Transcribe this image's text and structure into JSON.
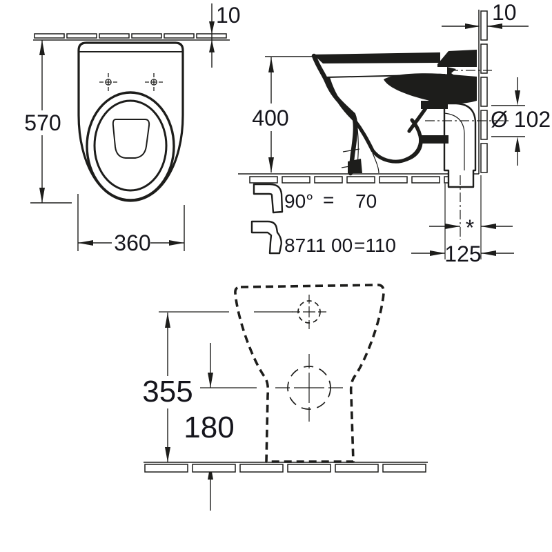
{
  "colors": {
    "line": "#1d1d1b",
    "text": "#15151c",
    "background": "#ffffff"
  },
  "top_view": {
    "tile_thickness": "10",
    "depth": "570",
    "width": "360"
  },
  "side_view": {
    "height": "400",
    "wall_tile_thickness": "10",
    "outlet_diameter": "Ø 102",
    "variable_mark": "*",
    "outlet_offset": "125",
    "legend_rows": [
      {
        "label": "90°",
        "equals": "=",
        "value": "70"
      },
      {
        "label": "8711 00",
        "value": "=110"
      }
    ]
  },
  "rear_view": {
    "fixing_height": "355",
    "outlet_height": "180"
  }
}
